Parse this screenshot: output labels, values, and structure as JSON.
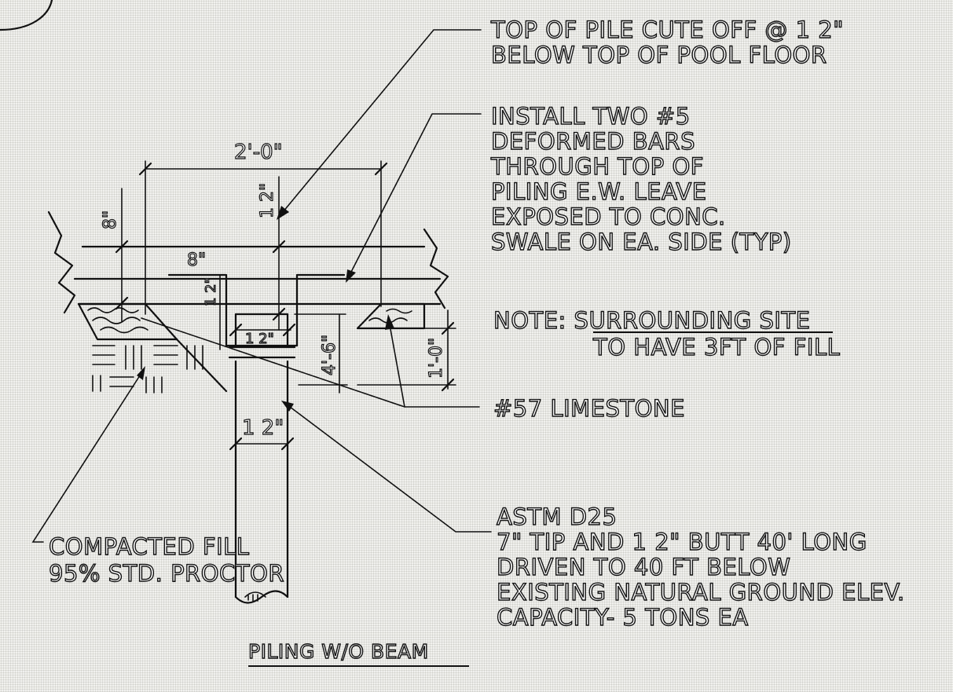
{
  "notes": {
    "pile_cutoff": [
      "TOP OF PILE CUTE OFF @ 1 2\"",
      "BELOW TOP OF POOL FLOOR"
    ],
    "bars": [
      "INSTALL TWO #5",
      "DEFORMED BARS",
      "THROUGH TOP OF",
      "PILING E.W. LEAVE",
      "EXPOSED TO CONC.",
      "SWALE ON EA. SIDE (TYP)"
    ],
    "site": [
      "NOTE: SURROUNDING SITE",
      "TO HAVE 3FT OF FILL"
    ],
    "limestone": "#57 LIMESTONE",
    "astm": [
      "ASTM D25",
      "7\" TIP AND 1 2\" BUTT 40' LONG",
      "DRIVEN TO 40 FT BELOW",
      "EXISTING NATURAL GROUND ELEV.",
      "CAPACITY- 5 TONS EA"
    ],
    "fill": [
      "COMPACTED FILL",
      "95% STD. PROCTOR"
    ]
  },
  "dimensions": {
    "overall_width": "2'-0\"",
    "slab_8": "8\"",
    "swale_8": "8\"",
    "pile_12_vert": "1 2\"",
    "step_12": "1 2\"",
    "cap_12": "1 2\"",
    "embed_4_6": "4'-6\"",
    "depth_1_0": "1'-0\"",
    "pile_dia_12": "1 2\""
  },
  "title": "PILING W/O BEAM"
}
